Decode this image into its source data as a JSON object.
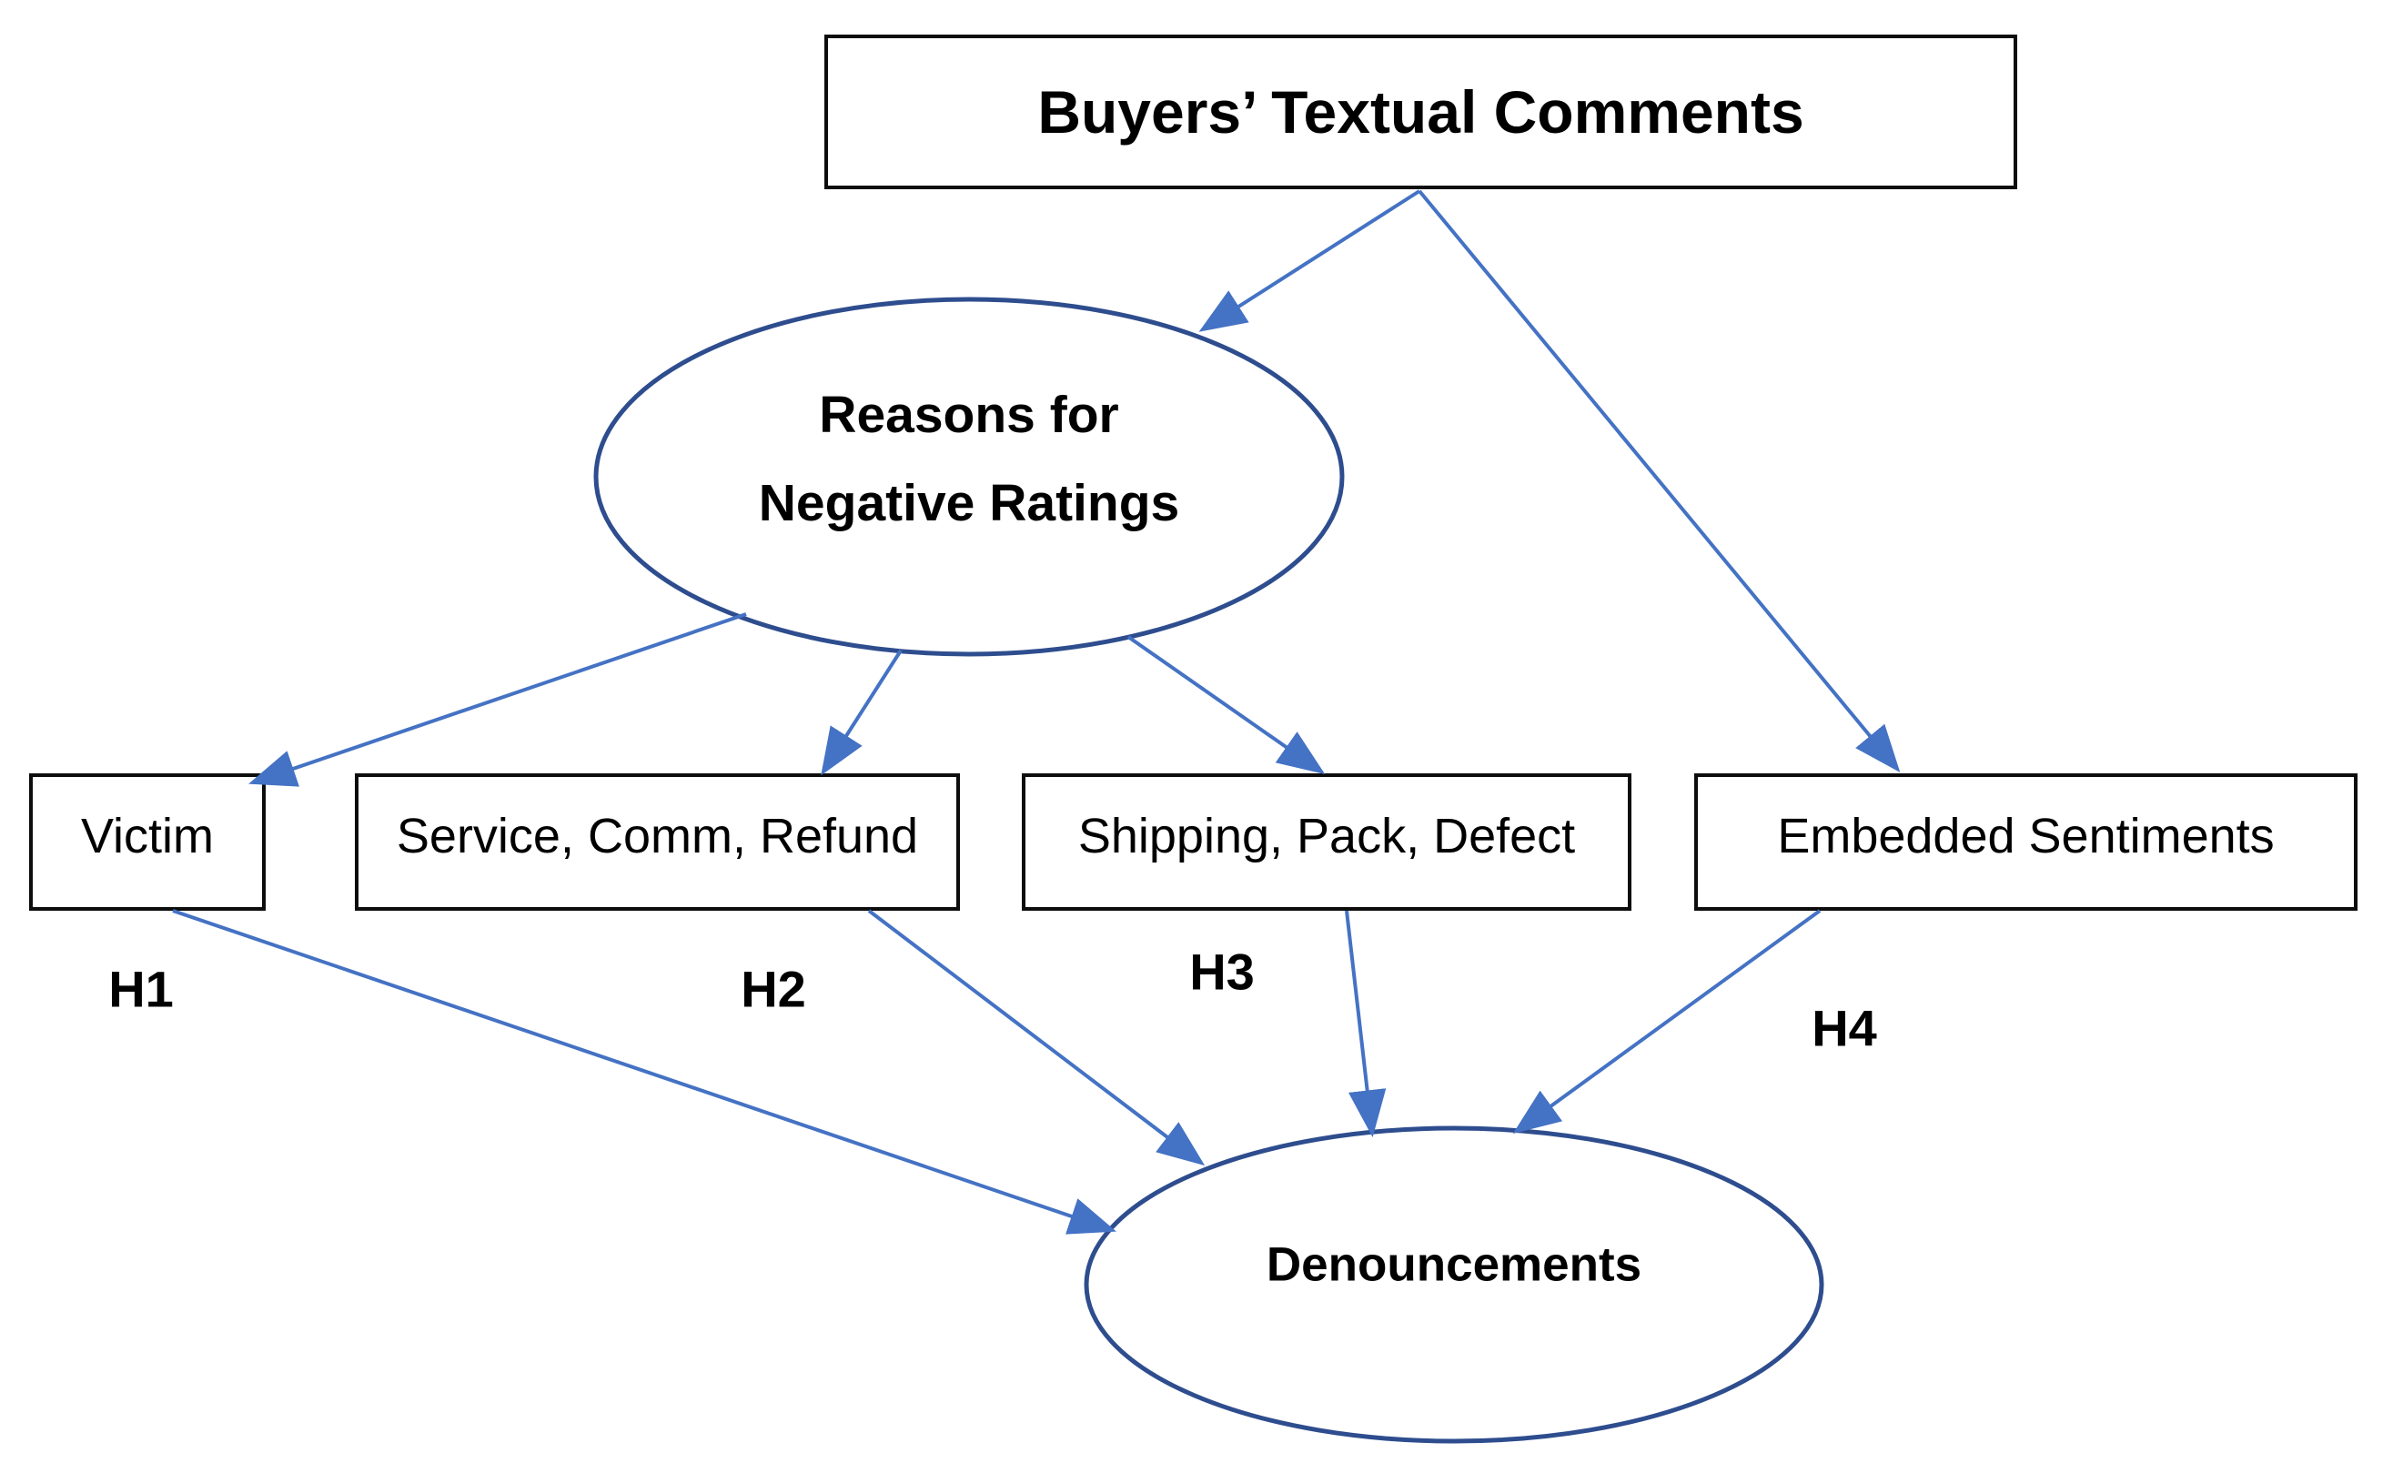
{
  "diagram": {
    "title_box": {
      "label": "Buyers’ Textual Comments"
    },
    "reasons_ellipse": {
      "label_line1": "Reasons for",
      "label_line2": "Negative Ratings"
    },
    "category_boxes": [
      {
        "label": "Victim"
      },
      {
        "label": "Service, Comm, Refund"
      },
      {
        "label": "Shipping, Pack, Defect"
      },
      {
        "label": "Embedded Sentiments"
      }
    ],
    "hypothesis_labels": [
      {
        "label": "H1"
      },
      {
        "label": "H2"
      },
      {
        "label": "H3"
      },
      {
        "label": "H4"
      }
    ],
    "denouncements_ellipse": {
      "label": "Denouncements"
    },
    "colors": {
      "arrow": "#4472c4",
      "ellipse_stroke": "#2e4d8e",
      "box_border": "#0d0d0d",
      "text": "#000000",
      "background": "#ffffff"
    }
  }
}
